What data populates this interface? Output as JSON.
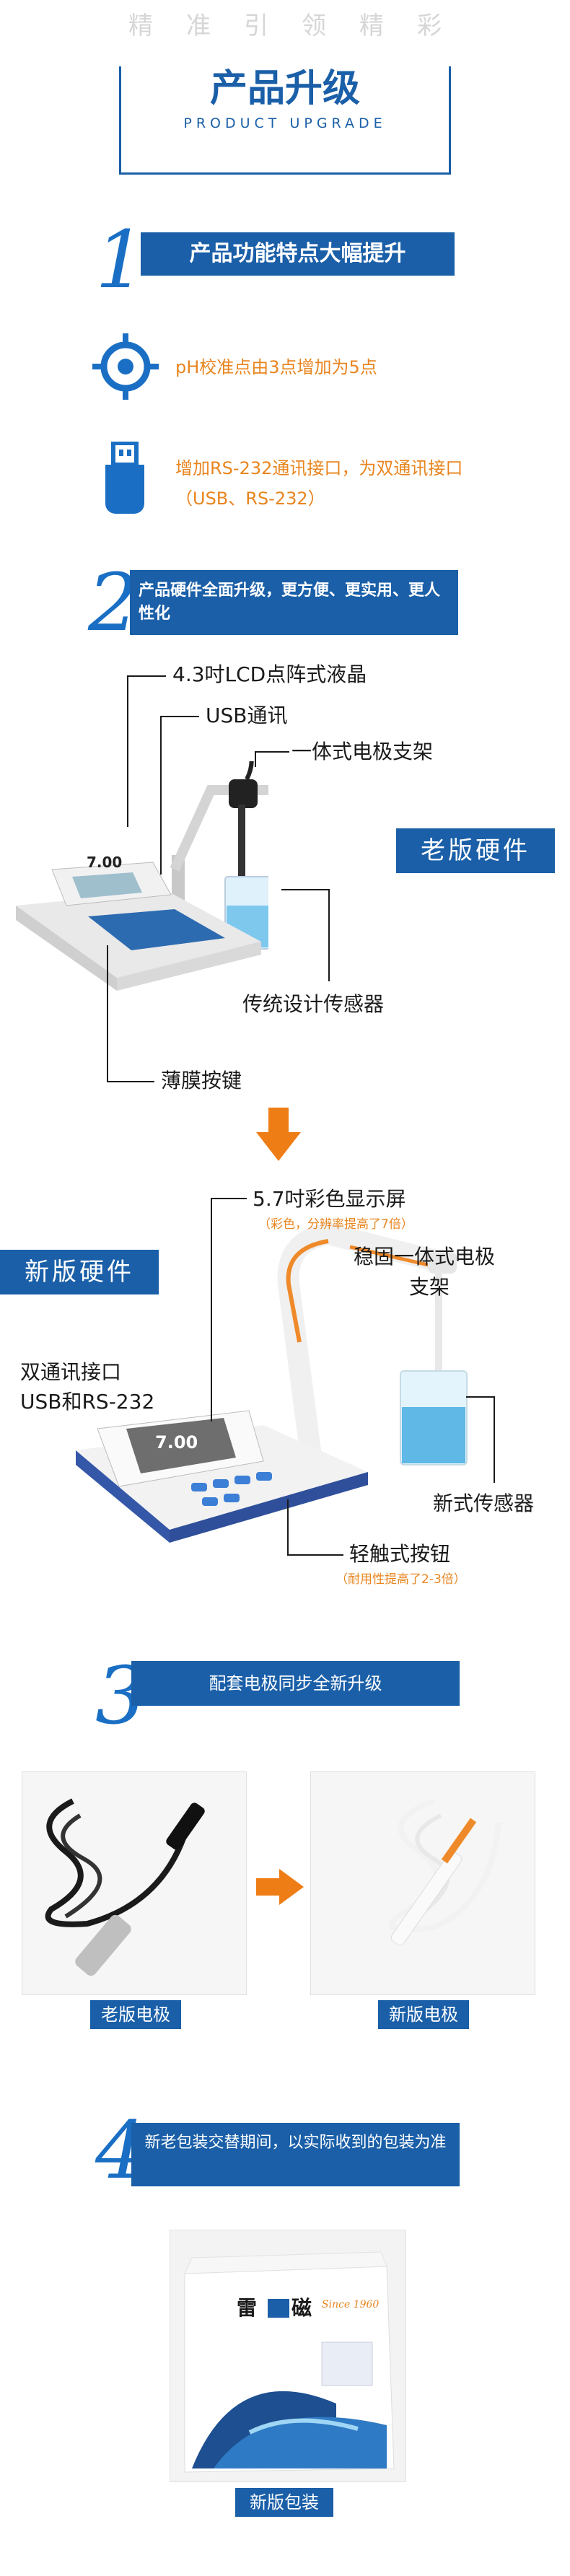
{
  "slogan": "精准引领精彩",
  "header": {
    "title": "产品升级",
    "subtitle": "PRODUCT UPGRADE"
  },
  "section1": {
    "number": "1",
    "heading": "产品功能特点大幅提升",
    "features": [
      {
        "icon": "target-icon",
        "text": "pH校准点由3点增加为5点"
      },
      {
        "icon": "usb-icon",
        "text": "增加RS-232通讯接口，为双通讯接口（USB、RS-232）"
      }
    ]
  },
  "section2": {
    "number": "2",
    "heading": "产品硬件全面升级，更方便、更实用、更人性化",
    "old": {
      "tag": "老版硬件",
      "labels": {
        "lcd": "4.3吋LCD点阵式液晶",
        "usb": "USB通讯",
        "stand": "一体式电极支架",
        "sensor": "传统设计传感器",
        "keys": "薄膜按键"
      },
      "screen_reading": "7.00"
    },
    "new": {
      "tag": "新版硬件",
      "labels": {
        "screen": "5.7吋彩色显示屏",
        "screen_note": "（彩色，分辨率提高了7倍）",
        "stand_line1": "稳固一体式电极",
        "stand_line2": "支架",
        "comm_line1": "双通讯接口",
        "comm_line2": "USB和RS-232",
        "sensor": "新式传感器",
        "buttons": "轻触式按钮",
        "buttons_note": "（耐用性提高了2-3倍）"
      },
      "screen_reading": "7.00"
    }
  },
  "section3": {
    "number": "3",
    "heading": "配套电极同步全新升级",
    "old_caption": "老版电极",
    "new_caption": "新版电极"
  },
  "section4": {
    "number": "4",
    "heading": "新老包装交替期间，以实际收到的包装为准",
    "caption": "新版包装",
    "box_brand_char1": "雷",
    "box_brand_char2": "磁",
    "box_script": "Since 1960"
  },
  "colors": {
    "brand_blue": "#1a5fa8",
    "accent_orange": "#e8851f"
  }
}
